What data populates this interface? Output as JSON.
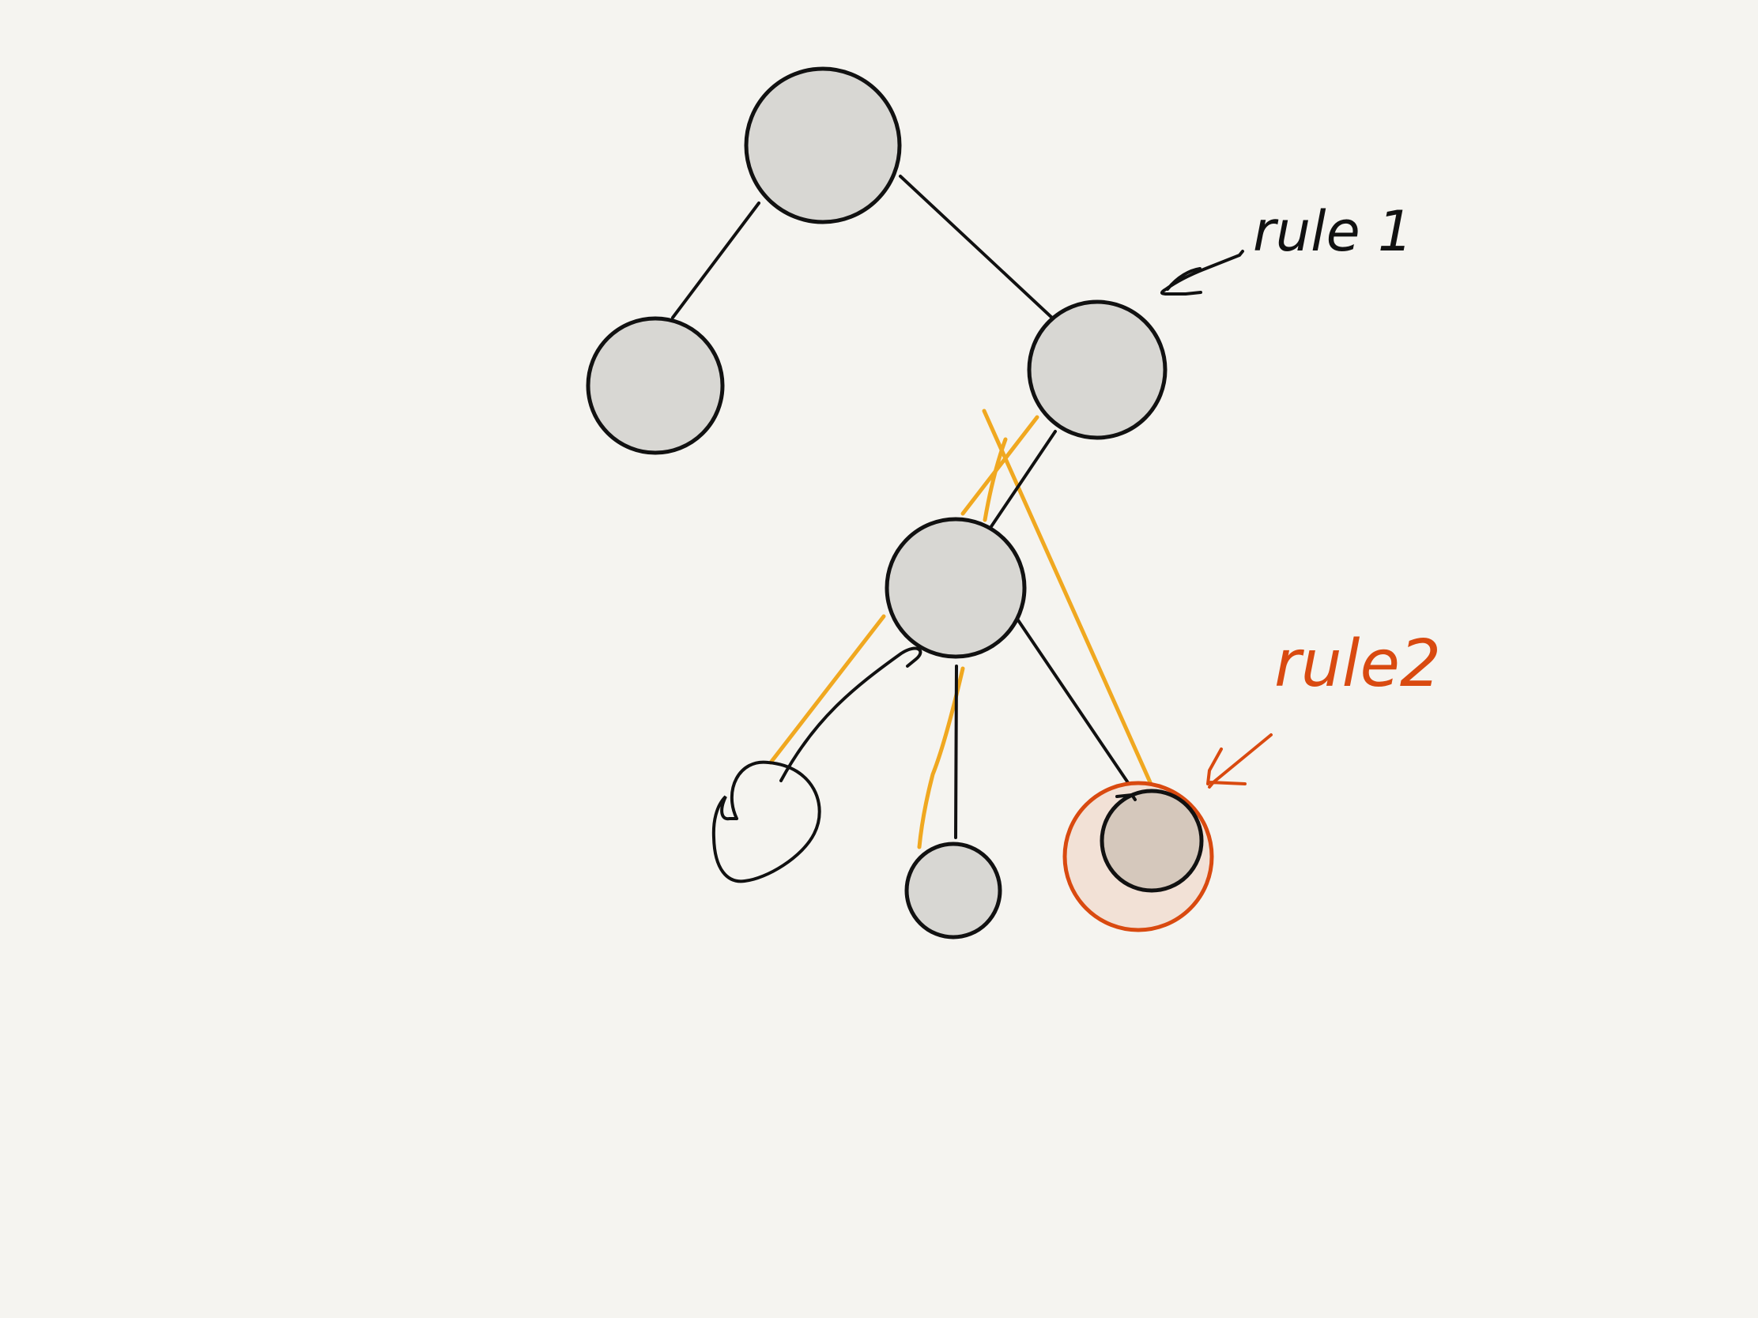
{
  "diagram": {
    "annotations": {
      "rule1": "rule 1",
      "rule2": "rule2"
    },
    "colors": {
      "background": "#f5f4f0",
      "node_fill": "#d8d7d3",
      "node_stroke": "#111111",
      "edge": "#111111",
      "highlight_edge": "#f0a820",
      "accent": "#d94a10",
      "accent_fill": "#f2e1d6"
    },
    "nodes": [
      {
        "id": "root",
        "label": ""
      },
      {
        "id": "left-child",
        "label": ""
      },
      {
        "id": "right-child",
        "label": ""
      },
      {
        "id": "middle-node",
        "label": ""
      },
      {
        "id": "sketched-leaf",
        "label": ""
      },
      {
        "id": "center-leaf",
        "label": ""
      },
      {
        "id": "highlighted-leaf",
        "label": ""
      }
    ],
    "edges": [
      {
        "from": "root",
        "to": "left-child"
      },
      {
        "from": "root",
        "to": "right-child"
      },
      {
        "from": "right-child",
        "to": "middle-node"
      },
      {
        "from": "middle-node",
        "to": "sketched-leaf"
      },
      {
        "from": "middle-node",
        "to": "center-leaf"
      },
      {
        "from": "middle-node",
        "to": "highlighted-leaf"
      }
    ]
  }
}
